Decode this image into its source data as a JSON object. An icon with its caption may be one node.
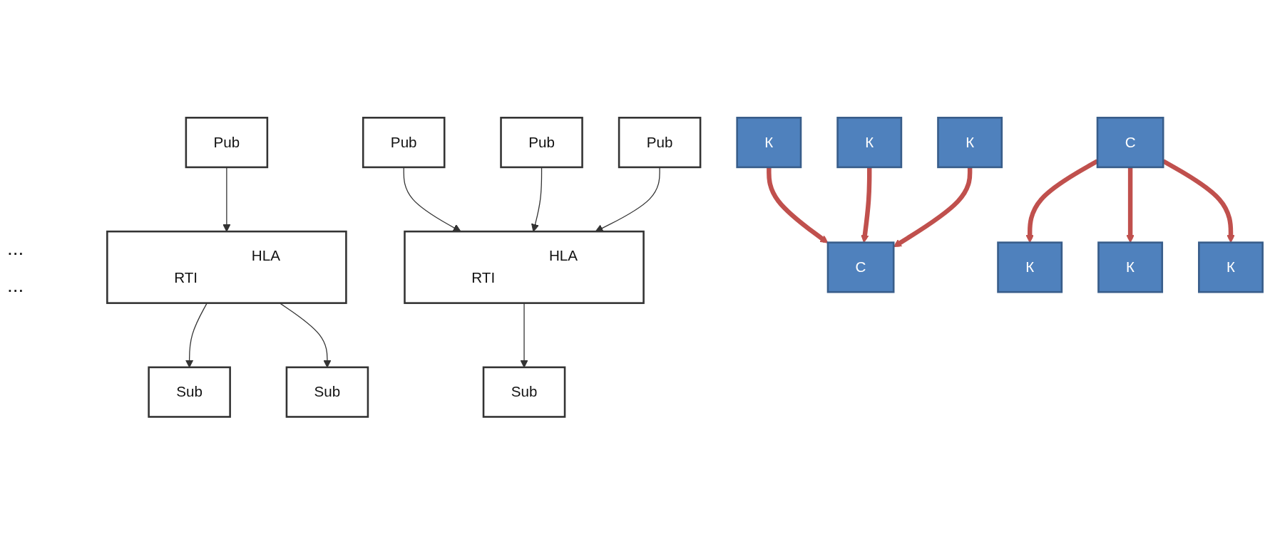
{
  "diagram": {
    "nodes": [
      {
        "text": [
          "Pub"
        ]
      },
      {
        "text": [
          "Sub"
        ]
      },
      {
        "text": [
          "Sub"
        ]
      },
      {
        "text": [
          "Pub"
        ]
      },
      {
        "text": [
          "Pub"
        ]
      },
      {
        "text": [
          "Pub"
        ]
      },
      {
        "text": [
          "Sub"
        ]
      },
      {
        "text": [
          "HLA RTI"
        ]
      },
      {
        "text": [
          "HLA RTI"
        ]
      },
      {
        "text": [
          "С"
        ]
      },
      {
        "text": [
          "С"
        ]
      },
      {
        "text": [
          "К"
        ]
      },
      {
        "text": [
          "К"
        ]
      },
      {
        "text": [
          "К"
        ]
      },
      {
        "text": [
          "К"
        ]
      },
      {
        "text": [
          "К"
        ]
      },
      {
        "text": [
          "К"
        ]
      }
    ],
    "edges": [
      {
        "from": 0,
        "to": 7,
        "arrow": "to"
      },
      {
        "from": 7,
        "to": 1,
        "arrow": "to"
      },
      {
        "from": 7,
        "to": 2,
        "arrow": "to"
      },
      {
        "from": 3,
        "to": 8,
        "arrow": "to"
      },
      {
        "from": 4,
        "to": 8,
        "arrow": "to"
      },
      {
        "from": 5,
        "to": 8,
        "arrow": "to"
      },
      {
        "from": 8,
        "to": 6,
        "arrow": "to"
      },
      {
        "from": 9,
        "to": 11,
        "arrow": "to",
        "style": "thick",
        "color": "#c0504d"
      },
      {
        "from": 9,
        "to": 12,
        "arrow": "to",
        "style": "thick",
        "color": "#c0504d"
      },
      {
        "from": 9,
        "to": 13,
        "arrow": "to",
        "style": "thick",
        "color": "#c0504d"
      },
      {
        "from": 14,
        "to": 10,
        "arrow": "to",
        "style": "thick",
        "color": "#c0504d"
      },
      {
        "from": 15,
        "to": 10,
        "arrow": "to",
        "style": "thick",
        "color": "#c0504d"
      },
      {
        "from": 16,
        "to": 10,
        "arrow": "to",
        "style": "thick",
        "color": "#c0504d"
      }
    ],
    "labels": [
      "...",
      "..."
    ]
  }
}
